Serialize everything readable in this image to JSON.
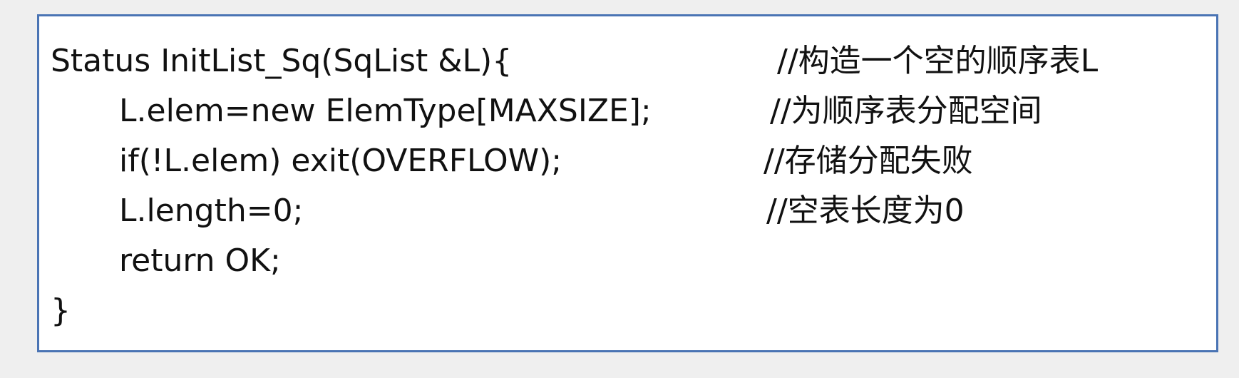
{
  "code_block": {
    "lines": [
      {
        "code": "Status InitList_Sq(SqList &L){",
        "comment": "//构造一个空的顺序表L"
      },
      {
        "code": "L.elem=new ElemType[MAXSIZE];",
        "comment": "//为顺序表分配空间"
      },
      {
        "code": "if(!L.elem) exit(OVERFLOW);",
        "comment": "//存储分配失败"
      },
      {
        "code": "L.length=0;",
        "comment": "//空表长度为0"
      },
      {
        "code": "return OK;",
        "comment": ""
      },
      {
        "code": "}",
        "comment": ""
      }
    ]
  }
}
